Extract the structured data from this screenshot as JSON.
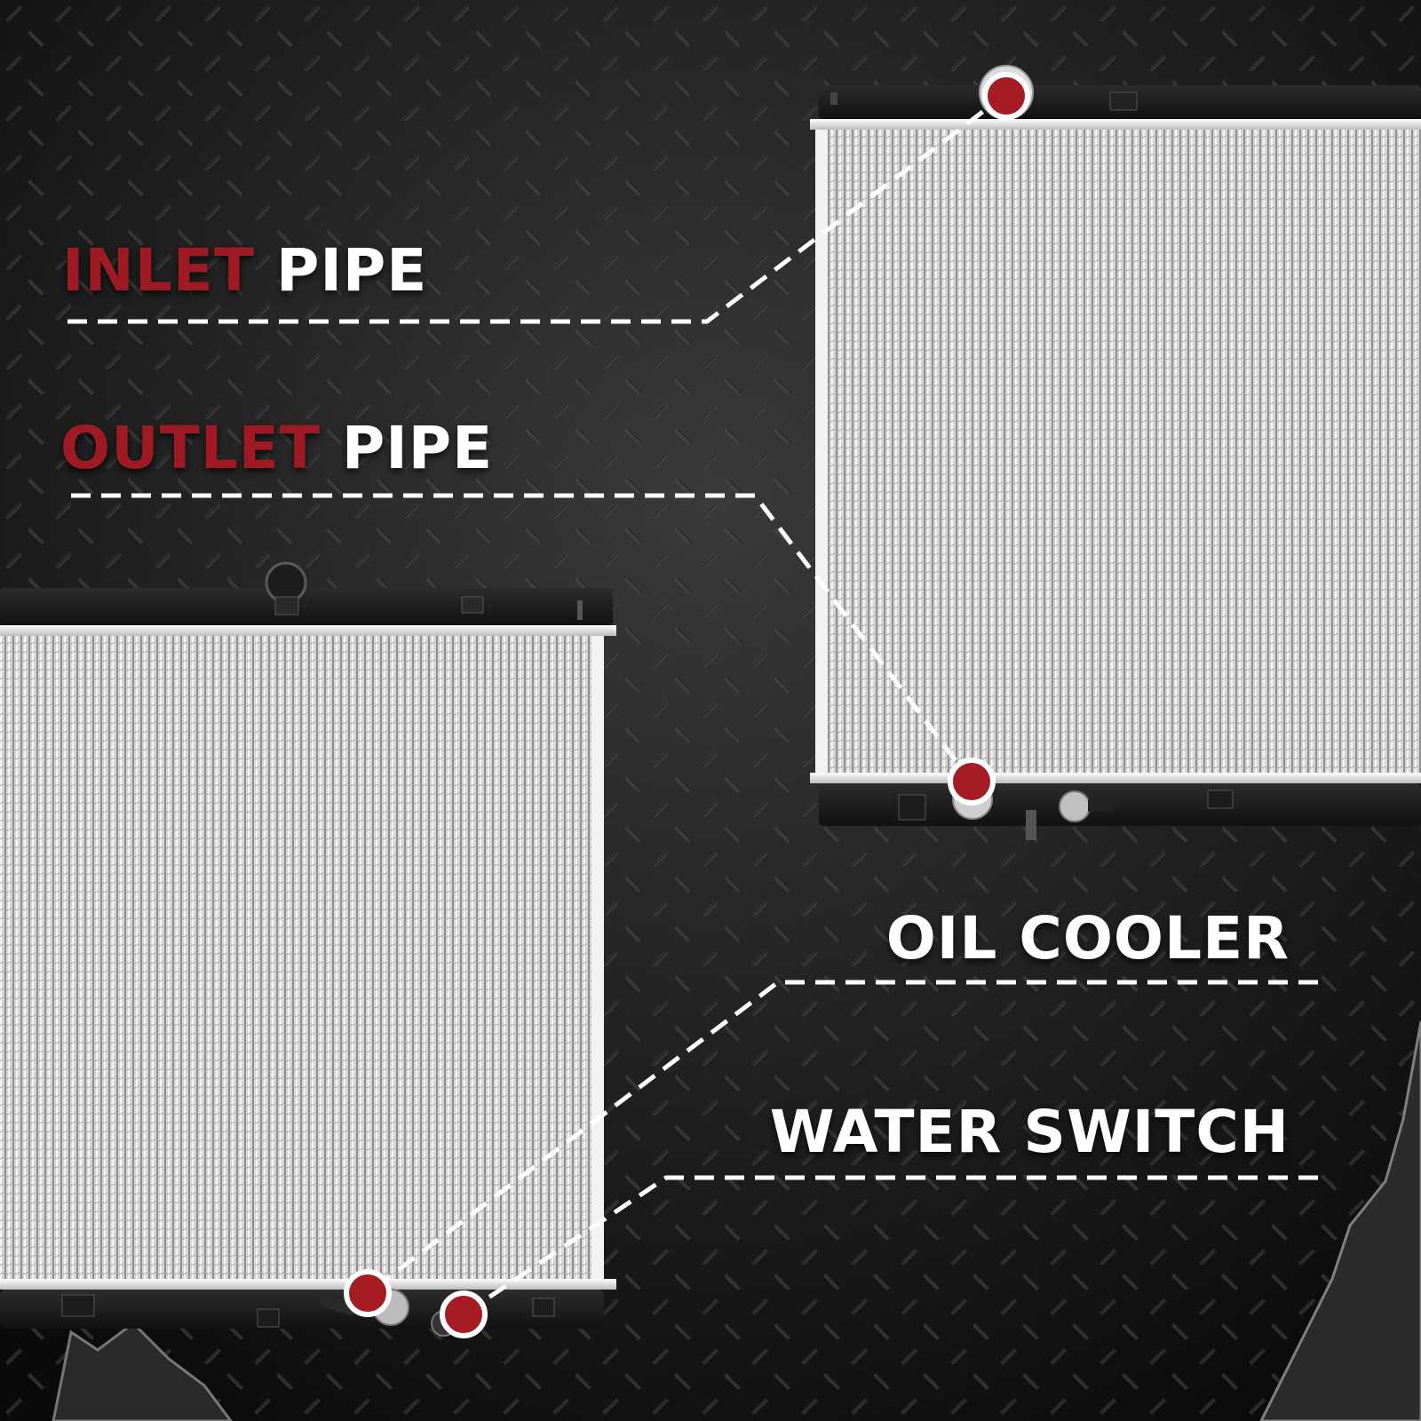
{
  "labels": {
    "inlet": {
      "accent": "INLET",
      "rest": " PIPE"
    },
    "outlet": {
      "accent": "OUTLET",
      "rest": " PIPE"
    },
    "oil_cooler": {
      "text": "OIL COOLER"
    },
    "water_switch": {
      "text": "WATER SWITCH"
    }
  },
  "colors": {
    "accent": "#9e1b24",
    "text": "#ffffff",
    "marker": "#a51c24",
    "background": "#1a1a1a"
  }
}
